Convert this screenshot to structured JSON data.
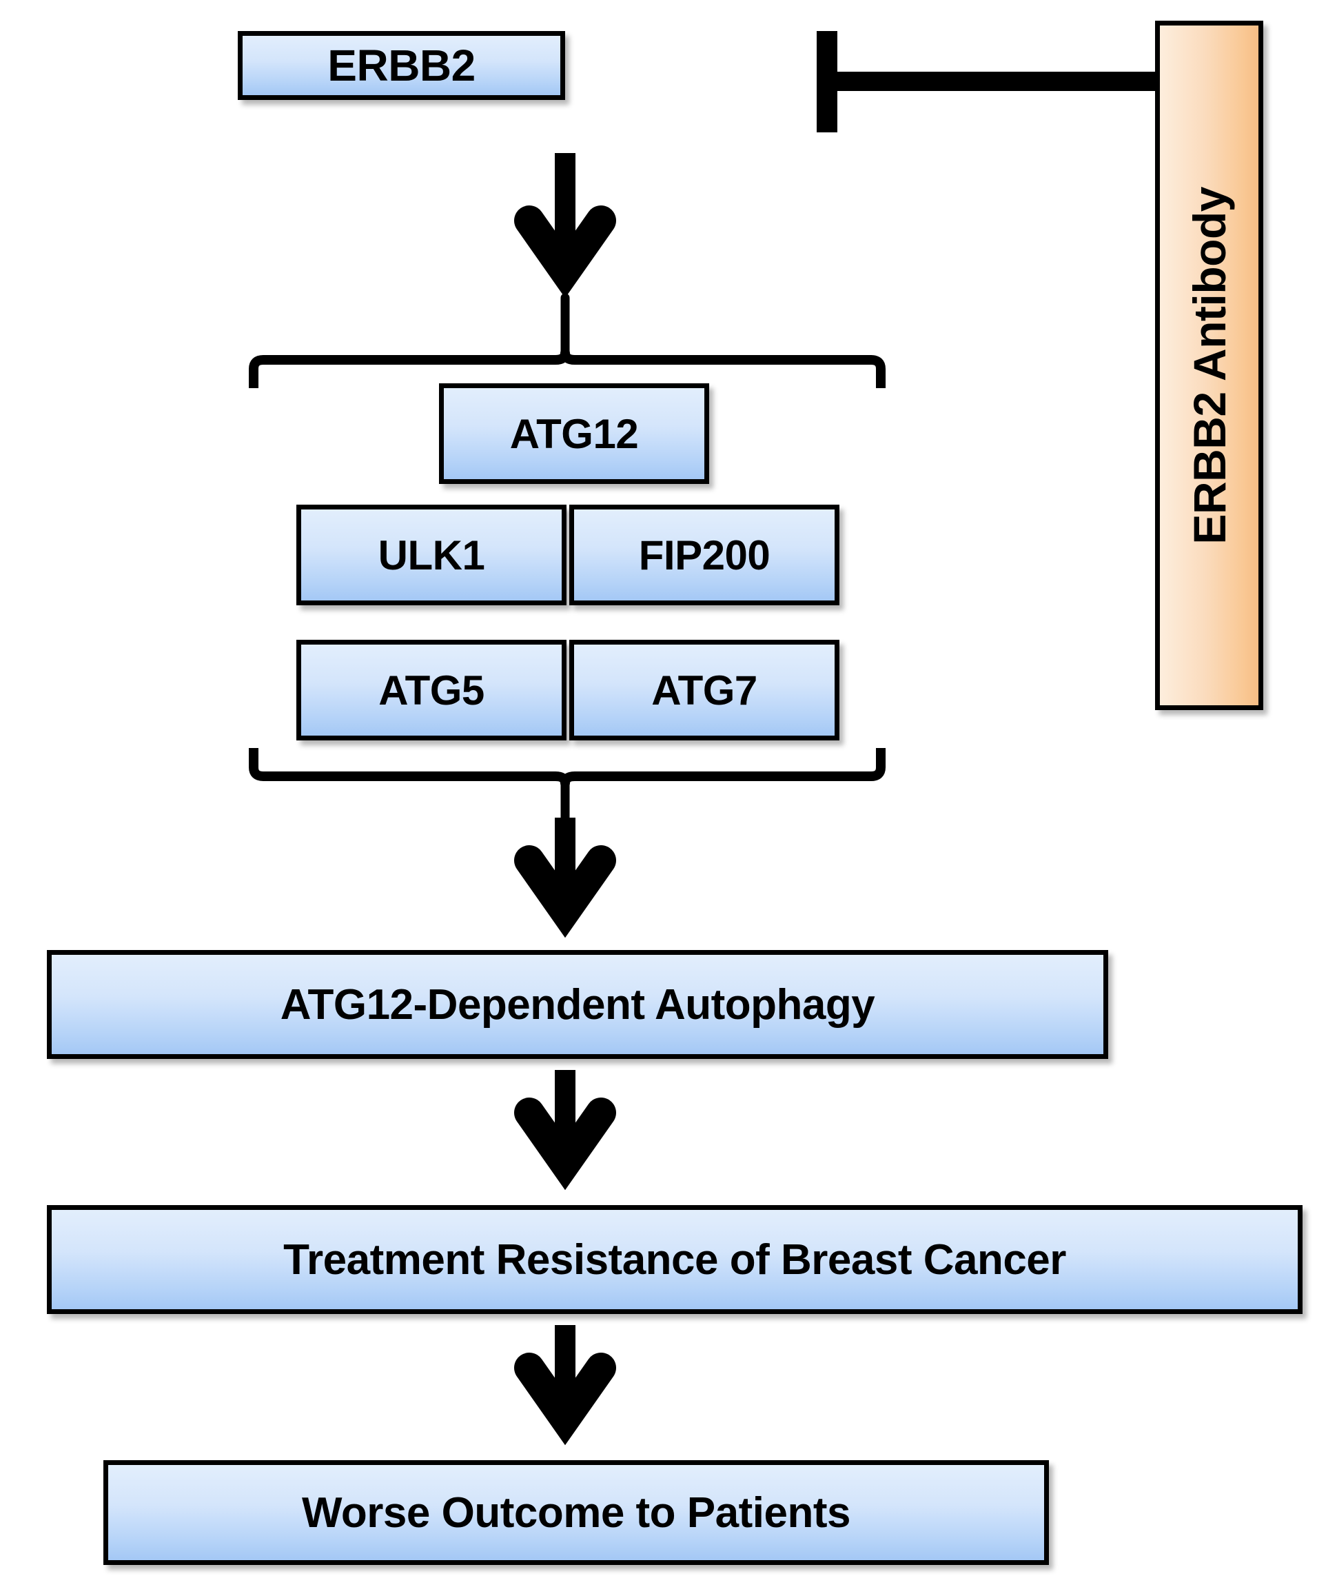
{
  "diagram": {
    "title": "ERBB2 / ATG12-dependent autophagy pathway",
    "colors": {
      "node_fill_top": "#e2eefc",
      "node_fill_bottom": "#a4c8f5",
      "antibody_fill_left": "#fdeedd",
      "antibody_fill_right": "#f7bd85",
      "border": "#000000",
      "connector": "#000000",
      "background": "#ffffff"
    },
    "nodes": {
      "erbb2": {
        "label": "ERBB2"
      },
      "antibody": {
        "label": "ERBB2 Antibody"
      },
      "atg12": {
        "label": "ATG12"
      },
      "ulk1": {
        "label": "ULK1"
      },
      "fip200": {
        "label": "FIP200"
      },
      "atg5": {
        "label": "ATG5"
      },
      "atg7": {
        "label": "ATG7"
      },
      "autophagy": {
        "label": "ATG12-Dependent Autophagy"
      },
      "resistance": {
        "label": "Treatment Resistance of Breast Cancer"
      },
      "outcome": {
        "label": "Worse Outcome to Patients"
      }
    },
    "connectors": [
      {
        "name": "inhibition-antibody-to-erbb2",
        "type": "inhibition",
        "from": "antibody",
        "to": "erbb2",
        "symbol": "T-bar"
      },
      {
        "name": "arrow-erbb2-to-complex",
        "type": "activation",
        "from": "erbb2",
        "to": "gene-complex",
        "symbol": "arrow-down"
      },
      {
        "name": "bracket-top",
        "type": "bracket",
        "orientation": "opens-down"
      },
      {
        "name": "bracket-bottom",
        "type": "bracket",
        "orientation": "opens-up"
      },
      {
        "name": "arrow-complex-to-autophagy",
        "type": "activation",
        "from": "gene-complex",
        "to": "autophagy",
        "symbol": "arrow-down"
      },
      {
        "name": "arrow-autophagy-to-resistance",
        "type": "activation",
        "from": "autophagy",
        "to": "resistance",
        "symbol": "arrow-down"
      },
      {
        "name": "arrow-resistance-to-outcome",
        "type": "activation",
        "from": "resistance",
        "to": "outcome",
        "symbol": "arrow-down"
      }
    ]
  }
}
